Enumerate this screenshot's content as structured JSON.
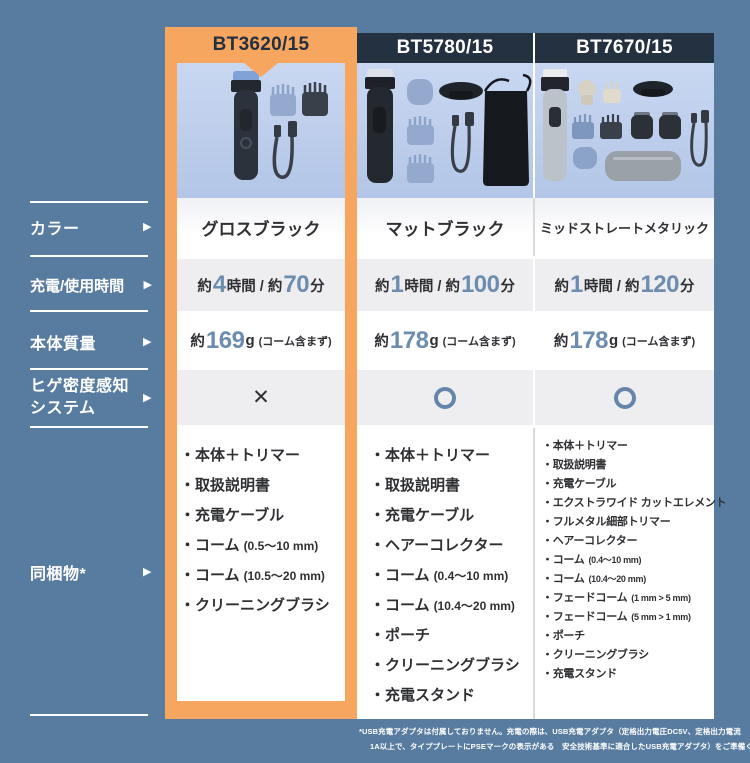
{
  "theme": {
    "background": "#587CA0",
    "highlight_orange": "#F7A660",
    "header_navy": "#243140",
    "number_blue": "#6C8CB0",
    "circle_blue": "#6585AB",
    "row_gray": "#EEEEF0"
  },
  "row_labels": {
    "arrow": "▶",
    "color": "カラー",
    "charge": "充電/使用時間",
    "weight": "本体質量",
    "sensor_line1": "ヒゲ密度感知",
    "sensor_line2": "システム",
    "included": "同梱物*"
  },
  "products": [
    {
      "model": "BT3620/15",
      "color": "グロスブラック",
      "charge": {
        "prefix": "約",
        "hours": "4",
        "mid": "時間 / 約",
        "minutes": "70",
        "suffix": "分"
      },
      "weight": {
        "prefix": "約",
        "grams": "169",
        "unit": "g",
        "note": "(コーム含まず)"
      },
      "sensor": "✕",
      "image": "gloss-black-trimmer-with-2-combs-and-usb-cable",
      "items": [
        {
          "label": "・本体＋トリマー",
          "note": ""
        },
        {
          "label": "・取扱説明書",
          "note": ""
        },
        {
          "label": "・充電ケーブル",
          "note": ""
        },
        {
          "label": "・コーム",
          "note": "(0.5～10 mm)"
        },
        {
          "label": "・コーム",
          "note": "(10.5～20 mm)"
        },
        {
          "label": "・クリーニングブラシ",
          "note": ""
        }
      ]
    },
    {
      "model": "BT5780/15",
      "color": "マットブラック",
      "charge": {
        "prefix": "約",
        "hours": "1",
        "mid": "時間 / 約",
        "minutes": "100",
        "suffix": "分"
      },
      "weight": {
        "prefix": "約",
        "grams": "178",
        "unit": "g",
        "note": "(コーム含まず)"
      },
      "sensor": "○",
      "image": "matte-black-trimmer-with-combs-collector-cable-and-pouch",
      "items": [
        {
          "label": "・本体＋トリマー",
          "note": ""
        },
        {
          "label": "・取扱説明書",
          "note": ""
        },
        {
          "label": "・充電ケーブル",
          "note": ""
        },
        {
          "label": "・ヘアーコレクター",
          "note": ""
        },
        {
          "label": "・コーム",
          "note": "(0.4～10 mm)"
        },
        {
          "label": "・コーム",
          "note": "(10.4～20 mm)"
        },
        {
          "label": "・ポーチ",
          "note": ""
        },
        {
          "label": "・クリーニングブラシ",
          "note": ""
        },
        {
          "label": "・充電スタンド",
          "note": ""
        }
      ]
    },
    {
      "model": "BT7670/15",
      "color": "ミッドストレートメタリック",
      "charge": {
        "prefix": "約",
        "hours": "1",
        "mid": "時間 / 約",
        "minutes": "120",
        "suffix": "分"
      },
      "weight": {
        "prefix": "約",
        "grams": "178",
        "unit": "g",
        "note": "(コーム含まず)"
      },
      "sensor": "○",
      "image": "metallic-trimmer-with-attachments-combs-heads-case-and-cable",
      "items": [
        {
          "label": "・本体＋トリマー",
          "note": ""
        },
        {
          "label": "・取扱説明書",
          "note": ""
        },
        {
          "label": "・充電ケーブル",
          "note": ""
        },
        {
          "label": "・エクストラワイド カットエレメント",
          "note": ""
        },
        {
          "label": "・フルメタル細部トリマー",
          "note": ""
        },
        {
          "label": "・ヘアーコレクター",
          "note": ""
        },
        {
          "label": "・コーム",
          "note": "(0.4～10 mm)"
        },
        {
          "label": "・コーム",
          "note": "(10.4～20 mm)"
        },
        {
          "label": "・フェードコーム",
          "note": "(1 mm > 5 mm)"
        },
        {
          "label": "・フェードコーム",
          "note": "(5 mm > 1 mm)"
        },
        {
          "label": "・ポーチ",
          "note": ""
        },
        {
          "label": "・クリーニングブラシ",
          "note": ""
        },
        {
          "label": "・充電スタンド",
          "note": ""
        }
      ]
    }
  ],
  "footnote": {
    "line1": "*USB充電アダプタは付属しておりません。充電の際は、USB充電アダプタ（定格出力電圧DC5V、定格出力電流",
    "line2": "1A以上で、タイププレートにPSEマークの表示がある　安全技術基準に適合したUSB充電アダプタ）をご準備ください。"
  }
}
